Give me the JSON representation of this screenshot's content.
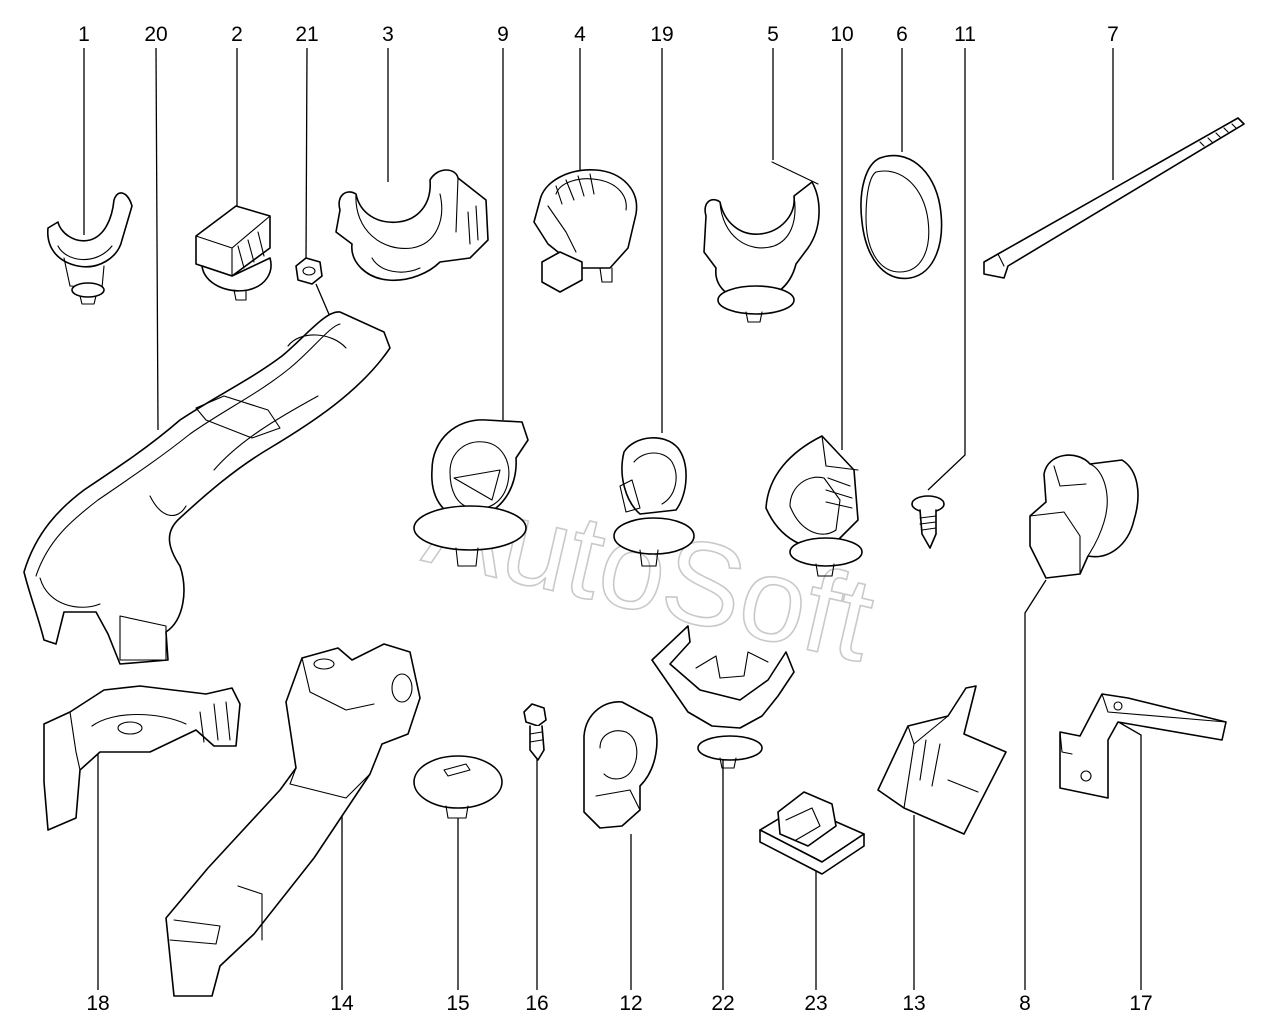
{
  "watermark": "AutoSoft",
  "callouts": {
    "c1": "1",
    "c20": "20",
    "c2": "2",
    "c21": "21",
    "c3": "3",
    "c9": "9",
    "c4": "4",
    "c19": "19",
    "c5": "5",
    "c10": "10",
    "c6": "6",
    "c11": "11",
    "c7": "7",
    "c18": "18",
    "c14": "14",
    "c15": "15",
    "c16": "16",
    "c12": "12",
    "c22": "22",
    "c23": "23",
    "c13": "13",
    "c8": "8",
    "c17": "17"
  }
}
